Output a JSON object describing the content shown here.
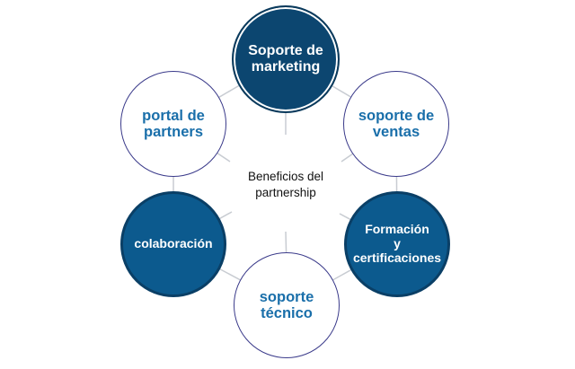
{
  "center": {
    "label": "Beneficios del\npartnership"
  },
  "nodes": [
    {
      "id": "marketing",
      "label": "Soporte de\nmarketing"
    },
    {
      "id": "ventas",
      "label": "soporte de\nventas"
    },
    {
      "id": "formacion",
      "label": "Formación\ny\ncertificaciones"
    },
    {
      "id": "tecnico",
      "label": "soporte\ntécnico"
    },
    {
      "id": "colaboracion",
      "label": "colaboración"
    },
    {
      "id": "portal",
      "label": "portal de\npartners"
    }
  ],
  "colors": {
    "dark_fill": "#0c4670",
    "mid_fill": "#0c5a8e",
    "outline": "#3a3a8a",
    "outline_text": "#1a6faa",
    "connector": "#c8ccd2"
  }
}
